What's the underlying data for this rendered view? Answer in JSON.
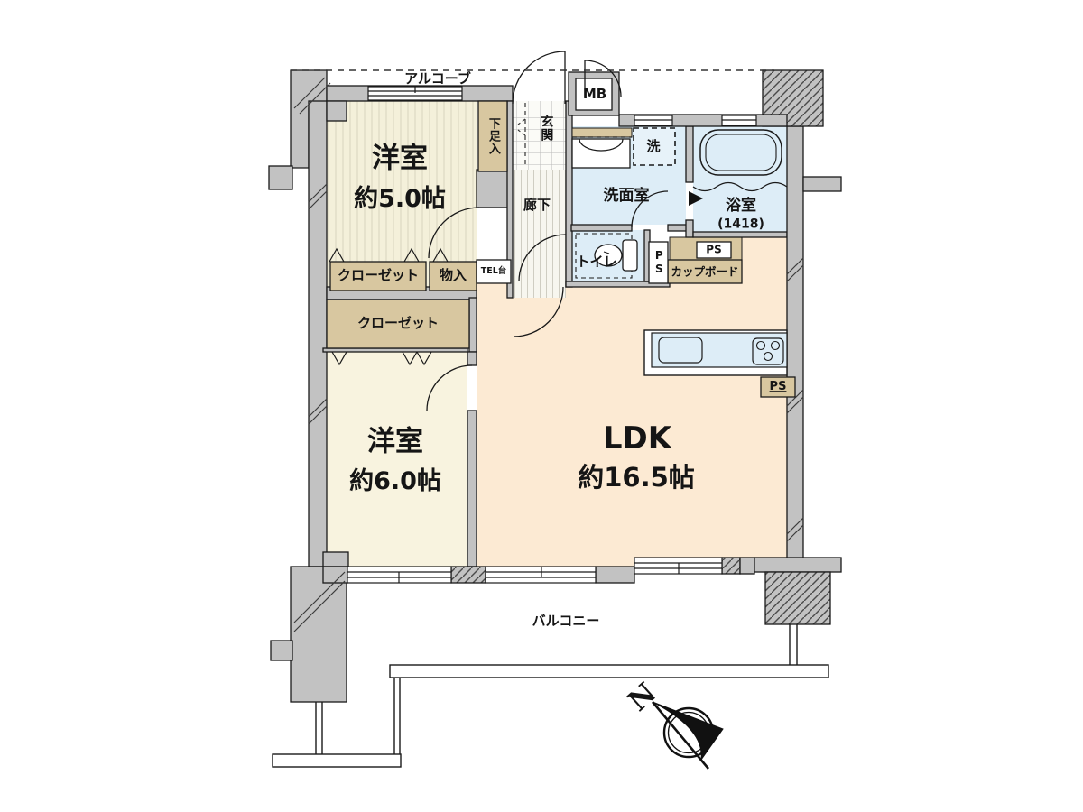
{
  "colors": {
    "wall_gray": "#c2c2c2",
    "outline": "#1a1a1a",
    "room1_cream": "#f4f0da",
    "room2_cream": "#f8f3df",
    "ldk_peach": "#fcead3",
    "wet_blue": "#ddedf7",
    "closet_tan": "#d8c7a0",
    "hall_floor": "#f7f6ef"
  },
  "plan": {
    "alcove": {
      "label": "アルコーブ"
    },
    "room1": {
      "name": "洋室",
      "size": "約5.0帖"
    },
    "shoe": {
      "label": "下足入"
    },
    "entrance": {
      "label": "玄関"
    },
    "hallway": {
      "label": "廊下"
    },
    "meter_box": {
      "label": "MB"
    },
    "washroom": {
      "label": "洗面室"
    },
    "laundry": {
      "label": "洗"
    },
    "bathroom": {
      "name": "浴室",
      "size": "(1418)"
    },
    "toilet": {
      "label": "トイレ"
    },
    "pipe_space_toilet": {
      "label": "PS"
    },
    "pipe_space_bath": {
      "label": "PS"
    },
    "pipe_space_kitchen": {
      "label": "PS"
    },
    "cupboard": {
      "label": "カップボード"
    },
    "tel_stand": {
      "label": "TEL台"
    },
    "closet1": {
      "label": "クローゼット"
    },
    "storage": {
      "label": "物入"
    },
    "closet2": {
      "label": "クローゼット"
    },
    "room2": {
      "name": "洋室",
      "size": "約6.0帖"
    },
    "ldk": {
      "name": "LDK",
      "size": "約16.5帖"
    },
    "balcony": {
      "label": "バルコニー"
    },
    "compass": {
      "north": "N"
    }
  }
}
